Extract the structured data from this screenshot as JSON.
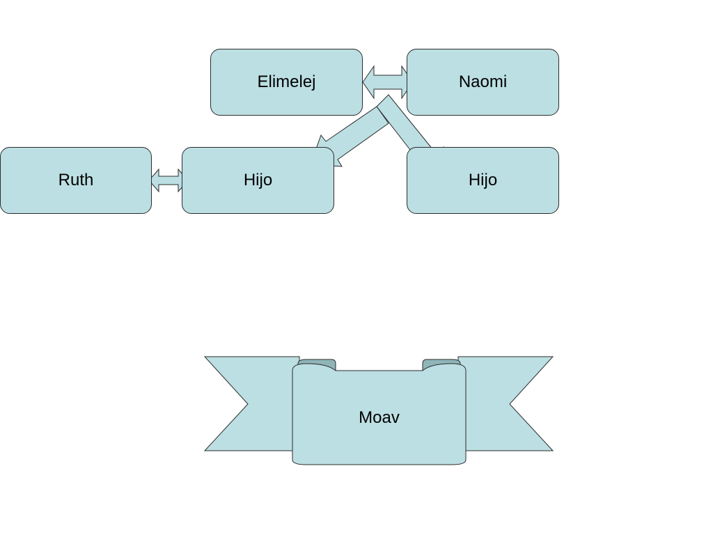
{
  "nodes": {
    "elimelej": "Elimelej",
    "naomi": "Naomi",
    "ruth": "Ruth",
    "hijo1": "Hijo",
    "hijo2": "Hijo"
  },
  "banner": {
    "label": "Moav"
  },
  "colors": {
    "fill": "#bcdfe3",
    "stroke": "#2b2b2b",
    "banner_fold": "#8fb5b9"
  }
}
